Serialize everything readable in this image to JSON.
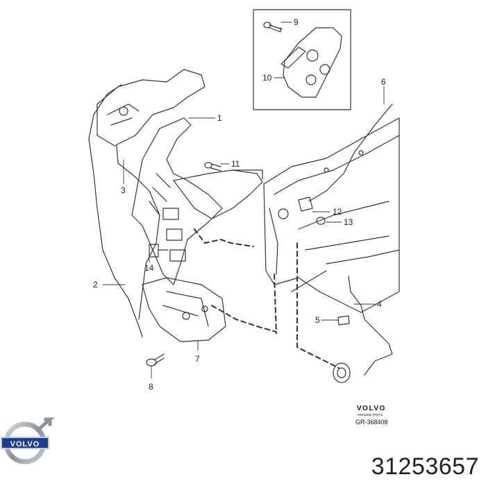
{
  "callouts": [
    "1",
    "2",
    "3",
    "4",
    "5",
    "6",
    "7",
    "8",
    "9",
    "10",
    "11",
    "12",
    "13",
    "14"
  ],
  "brand": {
    "logo_text": "VOLVO",
    "genuine_text": "GENUINE PARTS",
    "ref": "GR-368408"
  },
  "part_number": "31253657",
  "colors": {
    "line": "#333333",
    "text": "#222222",
    "logo_blue": "#1b3f8f"
  }
}
